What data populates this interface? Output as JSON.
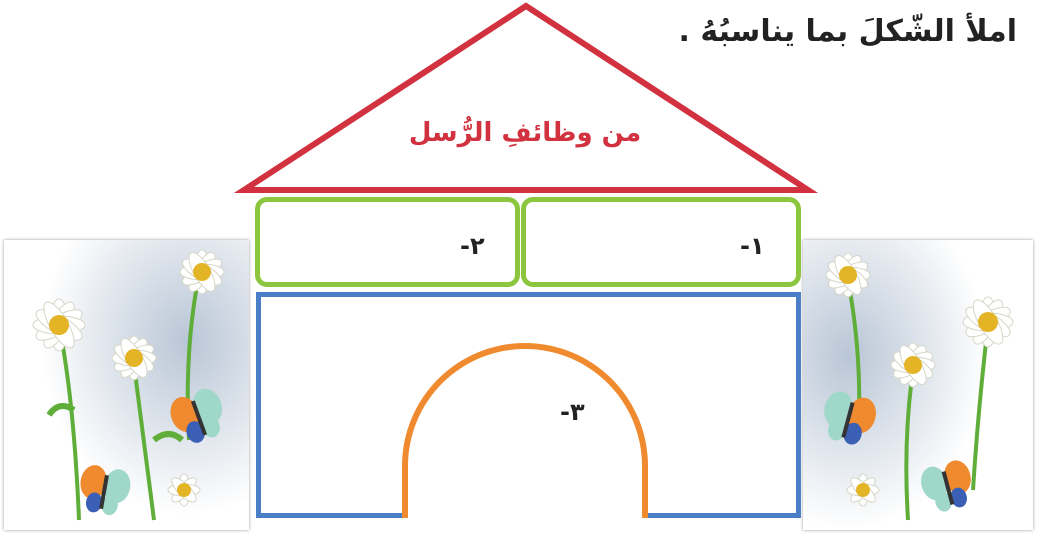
{
  "instruction": "املأ الشّكلَ بما يناسبُهُ .",
  "roof": {
    "title": "من وظائفِ الرُّسل"
  },
  "items": [
    {
      "label": "١-"
    },
    {
      "label": "٢-"
    },
    {
      "label": "٣-"
    }
  ],
  "colors": {
    "roof": "#d2323f",
    "boxes": "#8cc63f",
    "body": "#4a7fc8",
    "arch": "#f08a2e"
  }
}
